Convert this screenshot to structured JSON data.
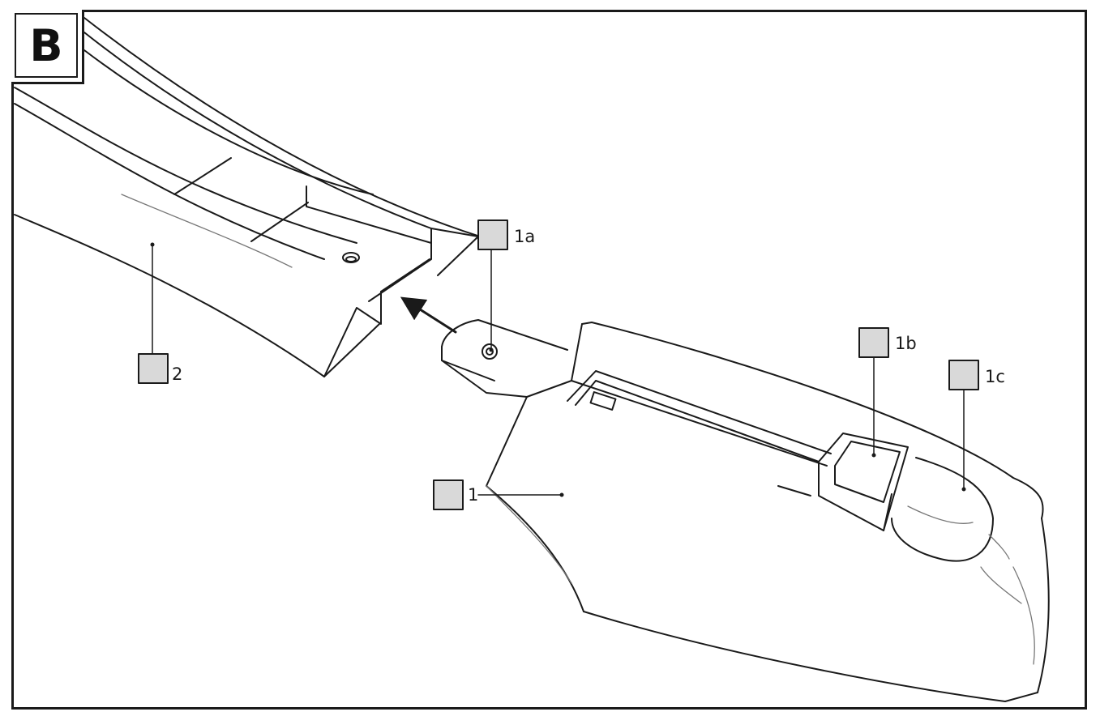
{
  "figure_letter": "B",
  "callouts": {
    "c1a": "1a",
    "c1b": "1b",
    "c1c": "1c",
    "c1": "1",
    "c2": "2"
  }
}
